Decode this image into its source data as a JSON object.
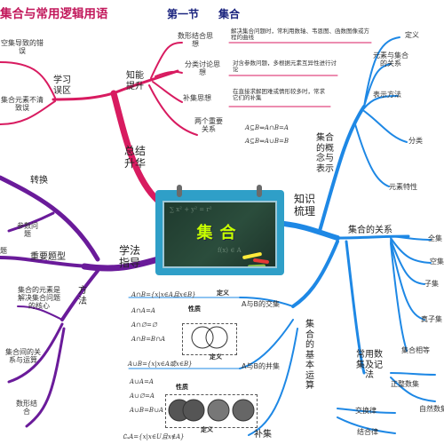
{
  "header": {
    "title": "集合与常用逻辑用语",
    "section": "第一节",
    "topic": "集合"
  },
  "hub": {
    "label": "集合"
  },
  "left": {
    "study": {
      "label": "学习误区",
      "items": [
        "空集导致的错误",
        "集合元素不清致误"
      ]
    },
    "ability": {
      "label": "知能提升",
      "items": [
        {
          "label": "数形结合思想",
          "desc": "解决集合问题时，常利用数轴、韦恩图、函数图像或方程的曲线"
        },
        {
          "label": "分类讨论思想",
          "desc": "对含参数问题，多根据元素互异性进行讨论"
        },
        {
          "label": "补集思想",
          "desc": "在直接求解困难或情形较多时，常求它们的补集"
        },
        {
          "label": "两个重要关系",
          "formulas": [
            "A⊆B⇔A∩B=A",
            "A⊆B⇔A∪B=B"
          ]
        }
      ]
    },
    "summary": {
      "label": "总结升华"
    },
    "method": {
      "label": "学法指导",
      "transform": "转换",
      "param": "参数问题",
      "key": "重要题型",
      "methods": "方法",
      "core": "集合的元素是解决集合问题的核心",
      "between": "集合间的关系与运算",
      "shape": "数形结合",
      "cut": "题"
    }
  },
  "right": {
    "concept": {
      "label": "知识梳理",
      "branch": "集合的概念与表示",
      "items": [
        "定义",
        "元素与集合的关系",
        "表示方法",
        "分类",
        "元素特性"
      ]
    },
    "relations": {
      "label": "集合的关系",
      "items": [
        "全集",
        "空集",
        "子集",
        "真子集",
        "集合相等"
      ]
    },
    "numbers": {
      "label": "常用数集及记法",
      "items": [
        "正整数集",
        "自然数集"
      ]
    },
    "ops": {
      "label": "集合的基本运算",
      "intersection": {
        "label": "A与B的交集",
        "def": "A∩B={x|x∈A且x∈B}",
        "def_tag": "定义",
        "prop_tag": "性质",
        "props": [
          "A∩A=A",
          "A∩∅=∅",
          "A∩B=B∩A"
        ]
      },
      "union": {
        "label": "A与B的并集",
        "def": "A∪B={x|x∈A或x∈B}",
        "def_tag": "定义",
        "prop_tag": "性质",
        "props": [
          "A∪A=A",
          "A∪∅=A",
          "A∪B=B∪A"
        ]
      },
      "complement": {
        "label": "补集",
        "def": "∁ᵤA={x|x∈U且x∉A}",
        "def_tag": "定义"
      },
      "laws": [
        "交换律",
        "结合律"
      ]
    }
  },
  "colors": {
    "pink": "#d81b60",
    "purple": "#6a1b9a",
    "blue": "#1e88e5",
    "board": "#2f9fc8"
  }
}
